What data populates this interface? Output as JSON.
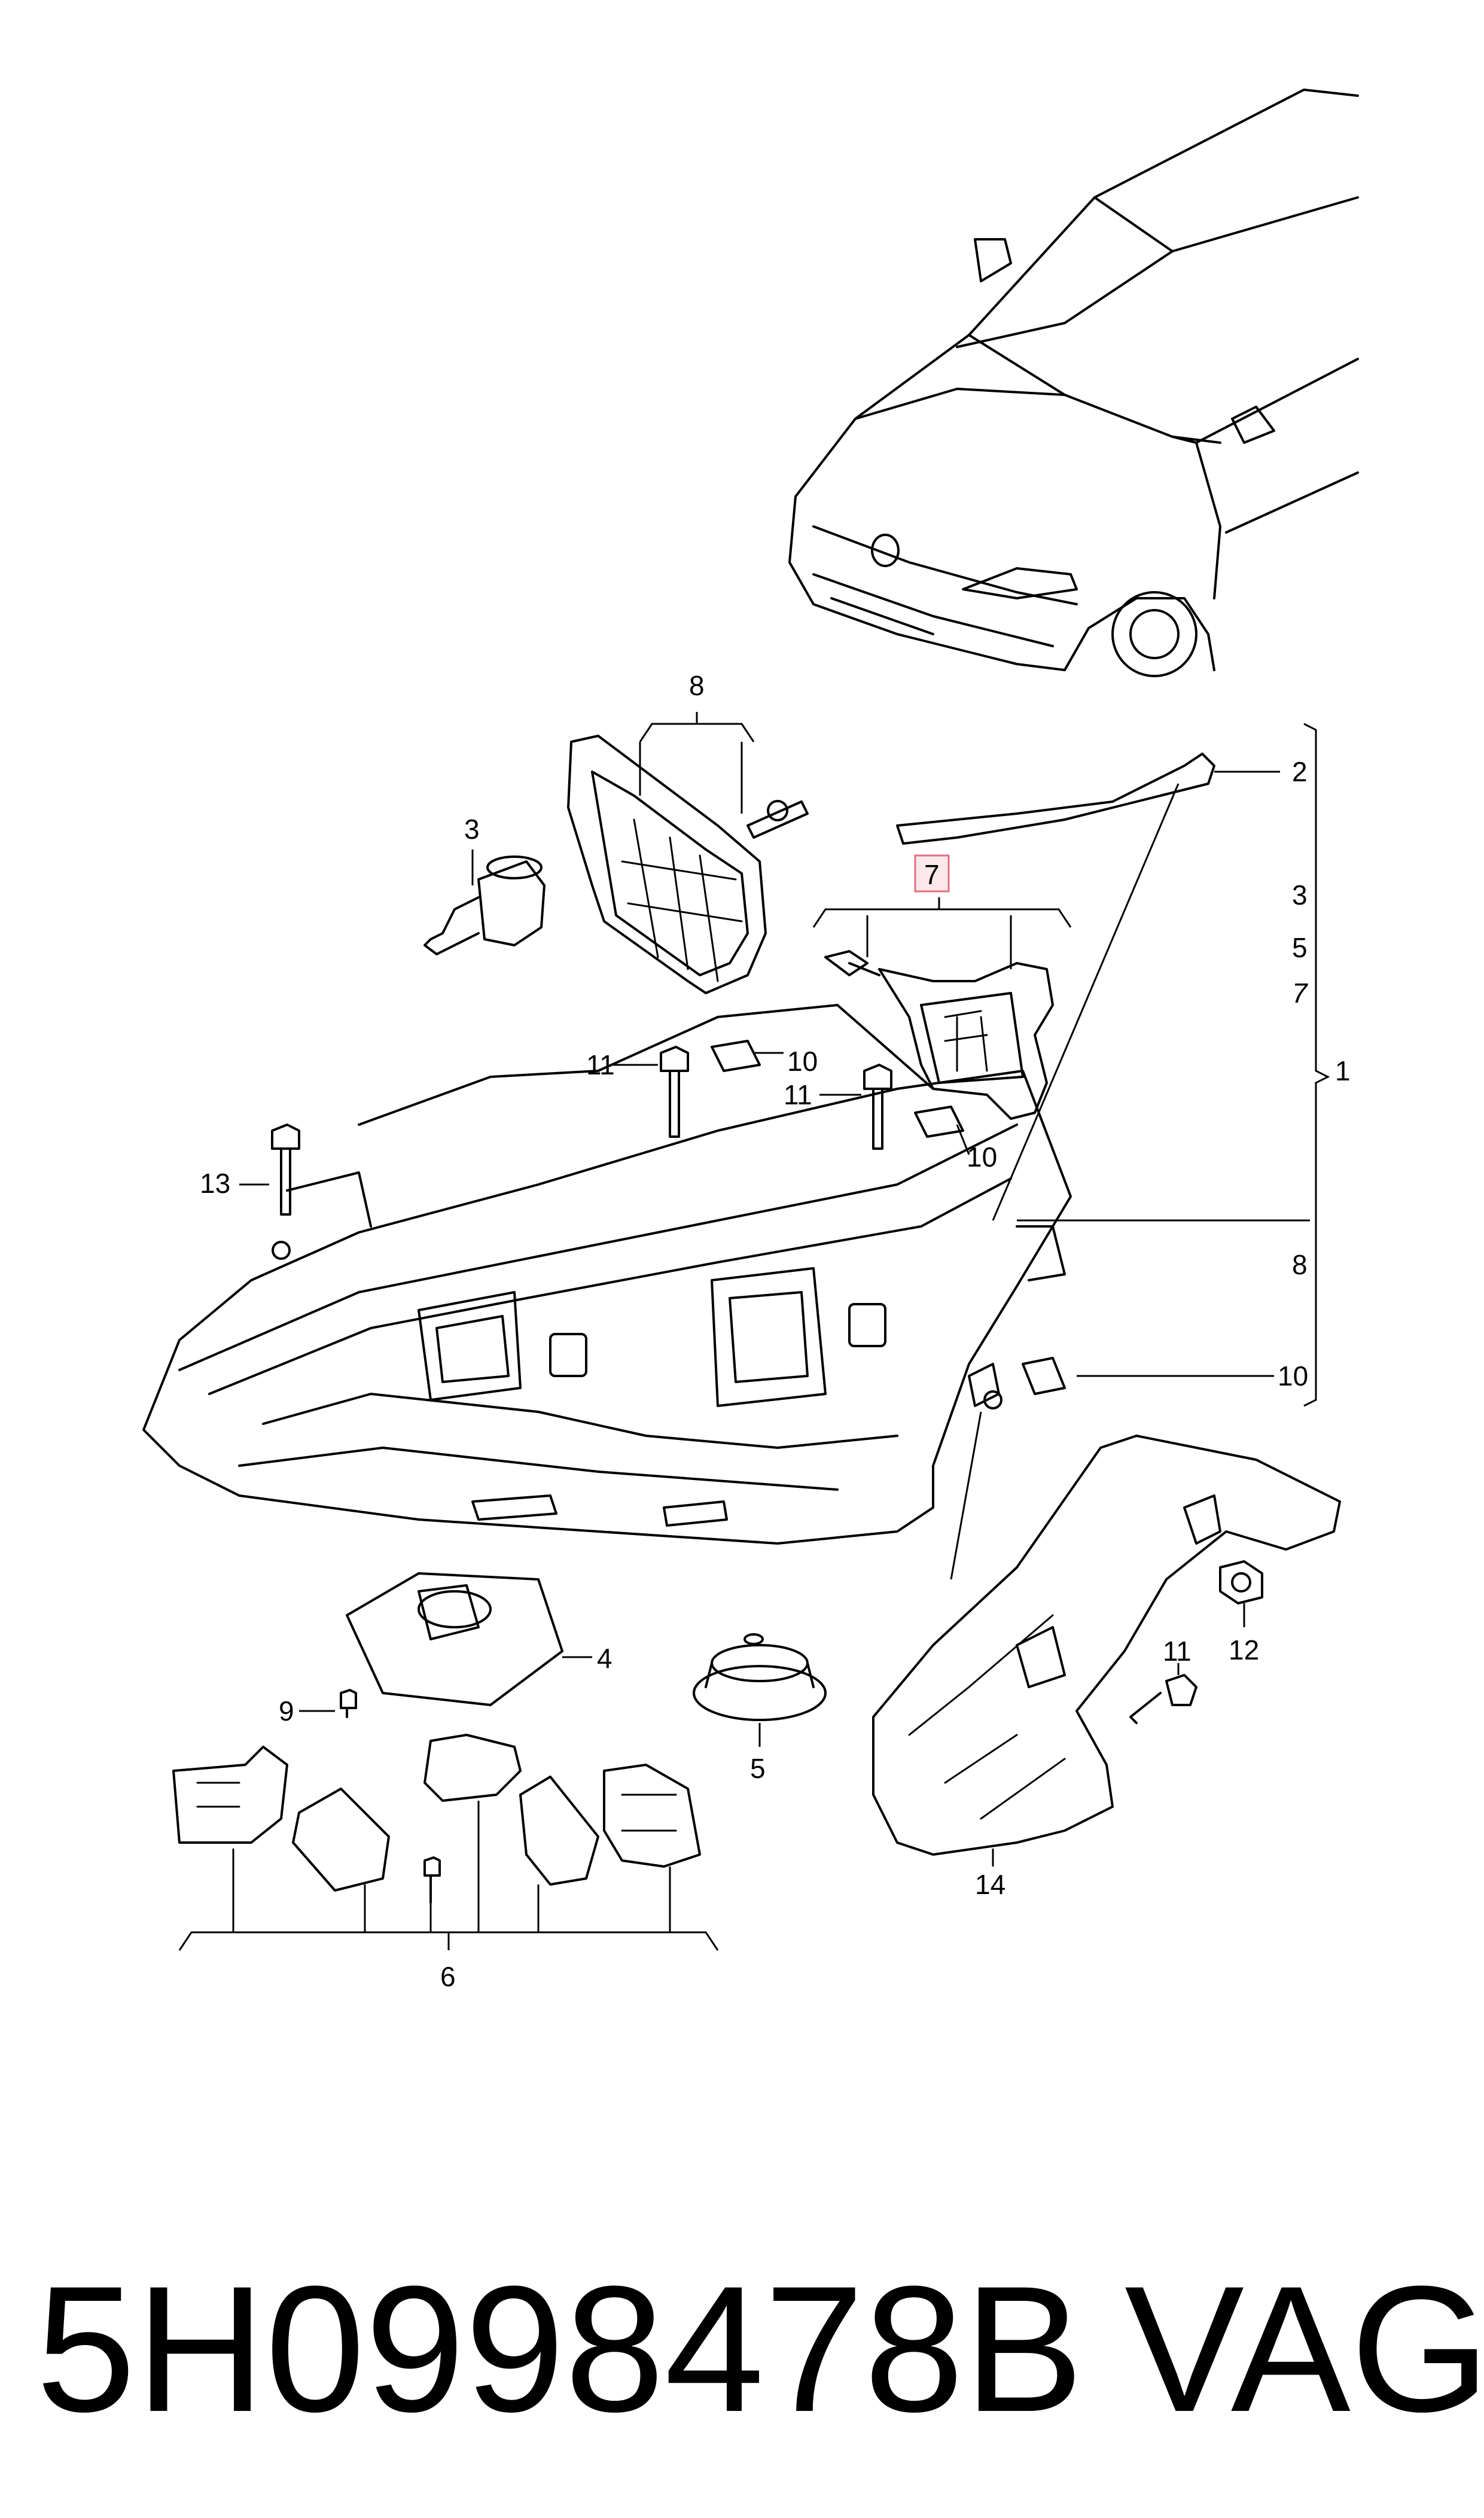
{
  "callouts": {
    "c1": "1",
    "c2": "2",
    "c3_top": "3",
    "c3_right": "3",
    "c4": "4",
    "c5_bottom": "5",
    "c5_right": "5",
    "c6": "6",
    "c7_box": "7",
    "c7_right": "7",
    "c8_top": "8",
    "c8_right": "8",
    "c9": "9",
    "c10_a": "10",
    "c10_b": "10",
    "c10_right": "10",
    "c11_a": "11",
    "c11_b": "11",
    "c11_c": "11",
    "c12": "12",
    "c13": "13",
    "c14": "14"
  },
  "footer": {
    "part_number": "5H0998478B",
    "brand": "VAG"
  },
  "colors": {
    "line": "#000000",
    "highlight_box": "#e07080",
    "highlight_fill": "#fde8ec"
  }
}
